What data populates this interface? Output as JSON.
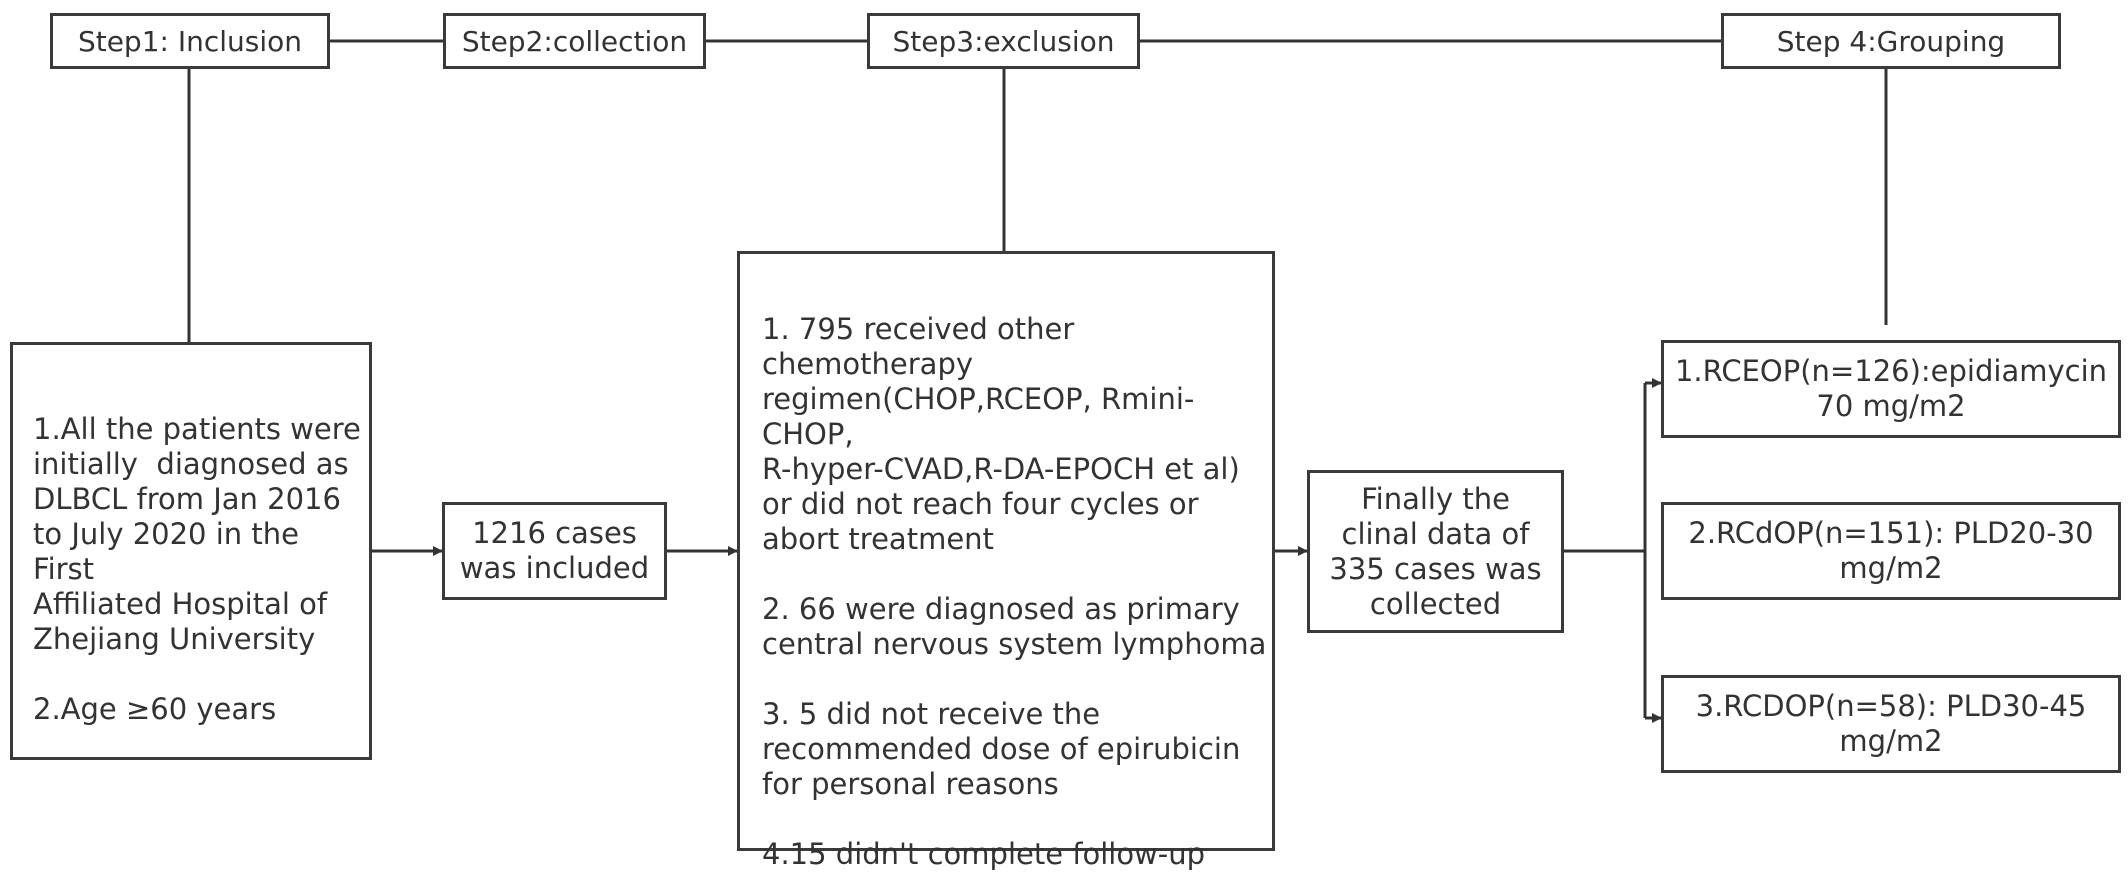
{
  "steps": {
    "step1": "Step1: Inclusion",
    "step2": "Step2:collection",
    "step3": "Step3:exclusion",
    "step4": "Step 4:Grouping"
  },
  "inclusion": {
    "criteria_1": [
      "1.All the patients were",
      "initially  diagnosed as",
      "DLBCL from Jan 2016",
      "to July 2020 in the First",
      "Affiliated Hospital of",
      "Zhejiang University"
    ],
    "criteria_2": "2.Age ≥60 years"
  },
  "collection": {
    "included": [
      "1216 cases",
      "was included"
    ]
  },
  "exclusion": {
    "item_1": [
      "1. 795 received other chemotherapy",
      "regimen(CHOP,RCEOP, Rmini-CHOP,",
      "R-hyper-CVAD,R-DA-EPOCH et al)",
      "or did not reach four cycles or",
      "abort treatment"
    ],
    "item_2": [
      "2. 66 were diagnosed as primary",
      "central nervous system lymphoma"
    ],
    "item_3": [
      "3. 5 did not receive the",
      "recommended dose of epirubicin",
      "for personal reasons"
    ],
    "item_4": "4.15 didn't complete follow-up"
  },
  "collected": [
    "Finally the",
    "clinal data of",
    "335 cases was",
    "collected"
  ],
  "groups": [
    [
      "1.RCEOP(n=126):epidiamycin",
      "70 mg/m2"
    ],
    [
      "2.RCdOP(n=151): PLD20-30",
      "mg/m2"
    ],
    [
      "3.RCDOP(n=58): PLD30-45",
      "mg/m2"
    ]
  ]
}
